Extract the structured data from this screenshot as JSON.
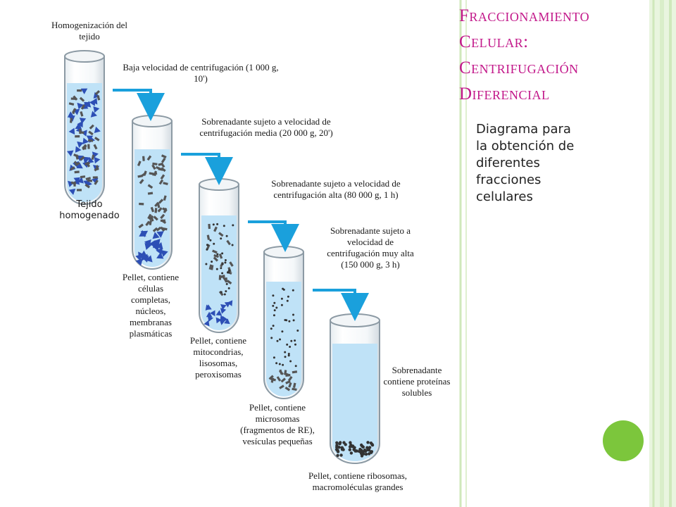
{
  "title": {
    "line1": "Fraccionamiento",
    "line2": "Celular:",
    "line3": "Centrifugación",
    "line4": "Diferencial"
  },
  "description": "Diagrama para la obtención de diferentes fracciones celulares",
  "labels": {
    "homogenization": "Homogenización del tejido",
    "step1": "Baja velocidad de centrifugación (1 000 g, 10')",
    "tissue": "Tejido homogenado",
    "step2": "Sobrenadante sujeto a velocidad de centrifugación media (20 000 g, 20')",
    "pellet1": "Pellet, contiene células completas, núcleos, membranas plasmáticas",
    "step3": "Sobrenadante sujeto a velocidad de centrifugación alta (80 000 g, 1 h)",
    "pellet2": "Pellet, contiene mitocondrias, lisosomas, peroxisomas",
    "step4": "Sobrenadante sujeto a velocidad de centrifugación muy alta (150 000 g, 3 h)",
    "pellet3": "Pellet, contiene microsomas (fragmentos de RE), vesículas pequeñas",
    "supernatant": "Sobrenadante contiene proteínas solubles",
    "pellet4": "Pellet, contiene ribosomas, macromoléculas grandes"
  },
  "colors": {
    "title": "#c2188a",
    "arrow": "#1aa0dc",
    "liquid": "#bfe2f7",
    "triangle": "#2d4fb5",
    "particle": "#555555",
    "accent_circle": "#7cc63c",
    "stripe": "#d9eec9"
  }
}
